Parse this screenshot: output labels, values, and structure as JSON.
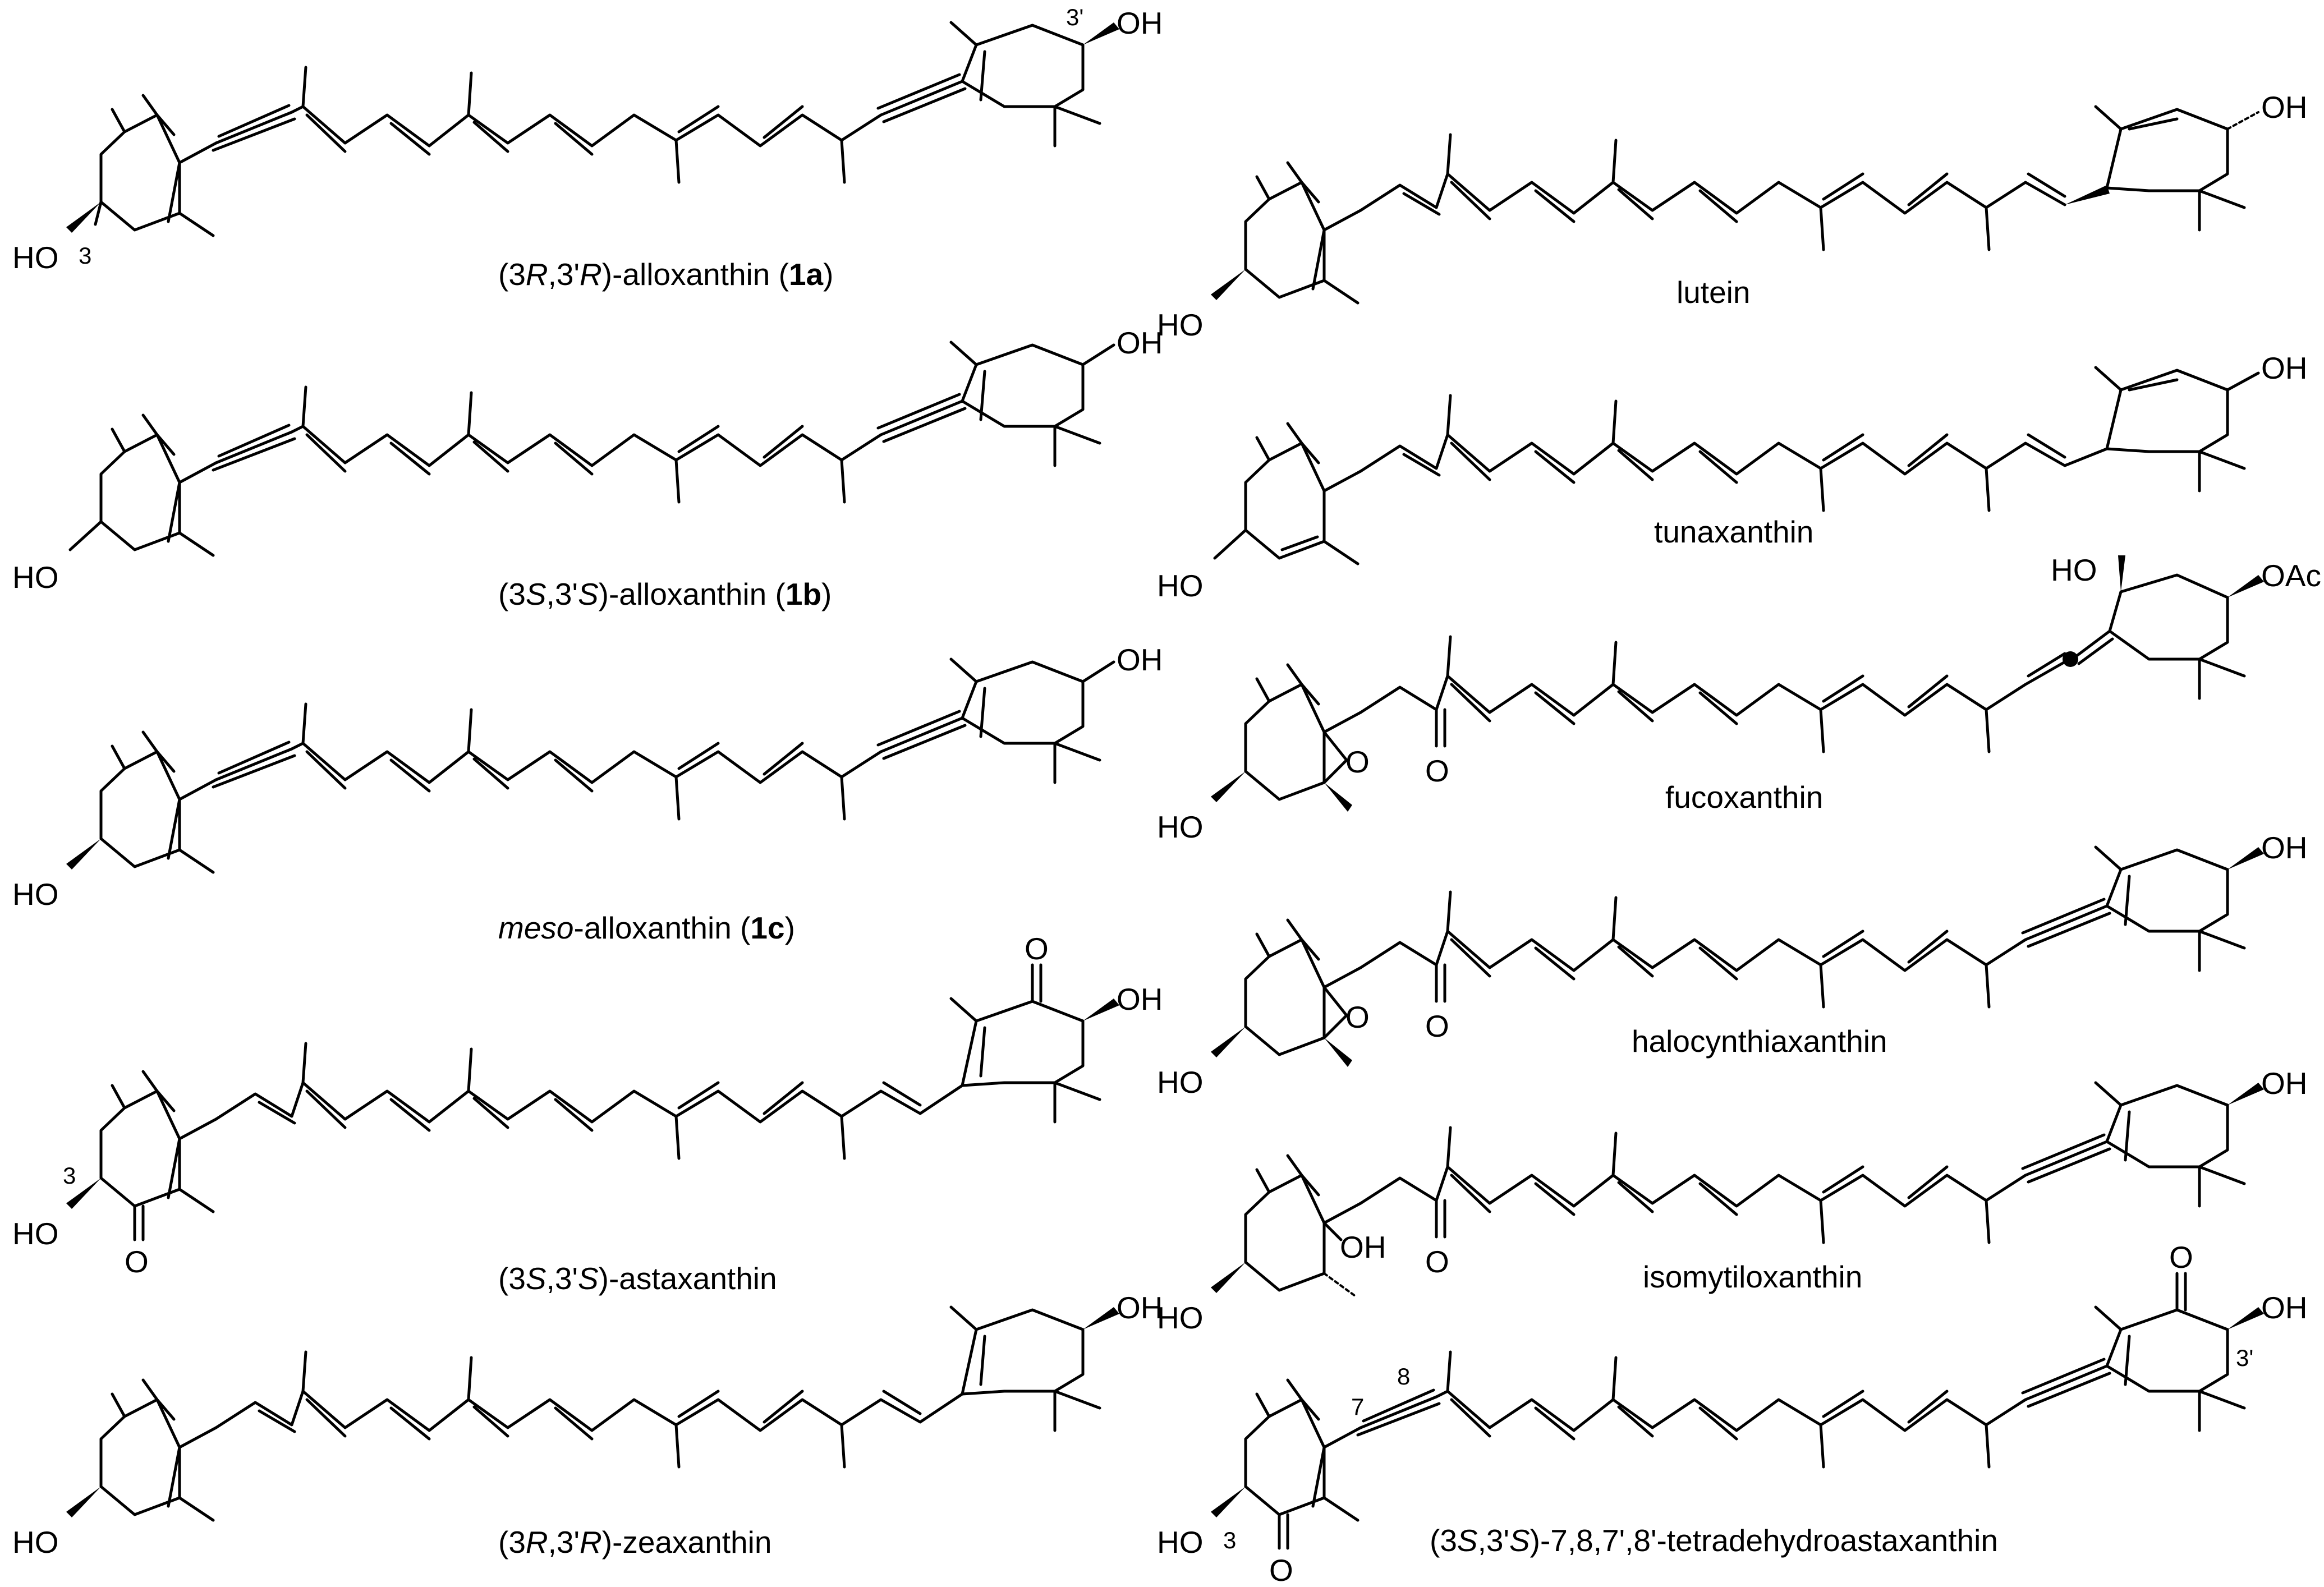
{
  "colors": {
    "ink": "#000000",
    "background": "#ffffff"
  },
  "molecules": [
    {
      "caption_parts": [
        "(3",
        "R",
        ",3'",
        "R",
        ")-alloxanthin (",
        "1a",
        ")"
      ],
      "atom_labels": [
        "HO",
        "OH"
      ],
      "locants": [
        "3",
        "3'"
      ]
    },
    {
      "caption_parts": [
        "(3",
        "S",
        ",3'",
        "S",
        ")-alloxanthin (",
        "1b",
        ")"
      ],
      "atom_labels": [
        "HO",
        "OH"
      ]
    },
    {
      "caption_parts": [
        "meso",
        "-alloxanthin (",
        "1c",
        ")"
      ],
      "atom_labels": [
        "HO",
        "OH"
      ]
    },
    {
      "caption_parts": [
        "(3",
        "S",
        ",3'",
        "S",
        ")-astaxanthin"
      ],
      "atom_labels": [
        "HO",
        "O",
        "O",
        "OH"
      ],
      "locants": [
        "3"
      ]
    },
    {
      "caption_parts": [
        "(3",
        "R",
        ",3'",
        "R",
        ")-zeaxanthin"
      ],
      "atom_labels": [
        "HO",
        "OH"
      ]
    },
    {
      "caption_parts": [
        "lutein"
      ],
      "atom_labels": [
        "HO",
        "OH"
      ]
    },
    {
      "caption_parts": [
        "tunaxanthin"
      ],
      "atom_labels": [
        "HO",
        "OH"
      ]
    },
    {
      "caption_parts": [
        "fucoxanthin"
      ],
      "atom_labels": [
        "HO",
        "O",
        "O",
        "HO",
        "OAc"
      ]
    },
    {
      "caption_parts": [
        "halocynthiaxanthin"
      ],
      "atom_labels": [
        "HO",
        "O",
        "O",
        "OH"
      ]
    },
    {
      "caption_parts": [
        "isomytiloxanthin"
      ],
      "atom_labels": [
        "HO",
        "OH",
        "O",
        "OH"
      ]
    },
    {
      "caption_parts": [
        "(3",
        "S",
        ",3'",
        "S",
        ")-7,8,7',8'-tetradehydroastaxanthin"
      ],
      "atom_labels": [
        "HO",
        "O",
        "O",
        "OH"
      ],
      "locants": [
        "3",
        "7",
        "8",
        "3'"
      ]
    }
  ]
}
